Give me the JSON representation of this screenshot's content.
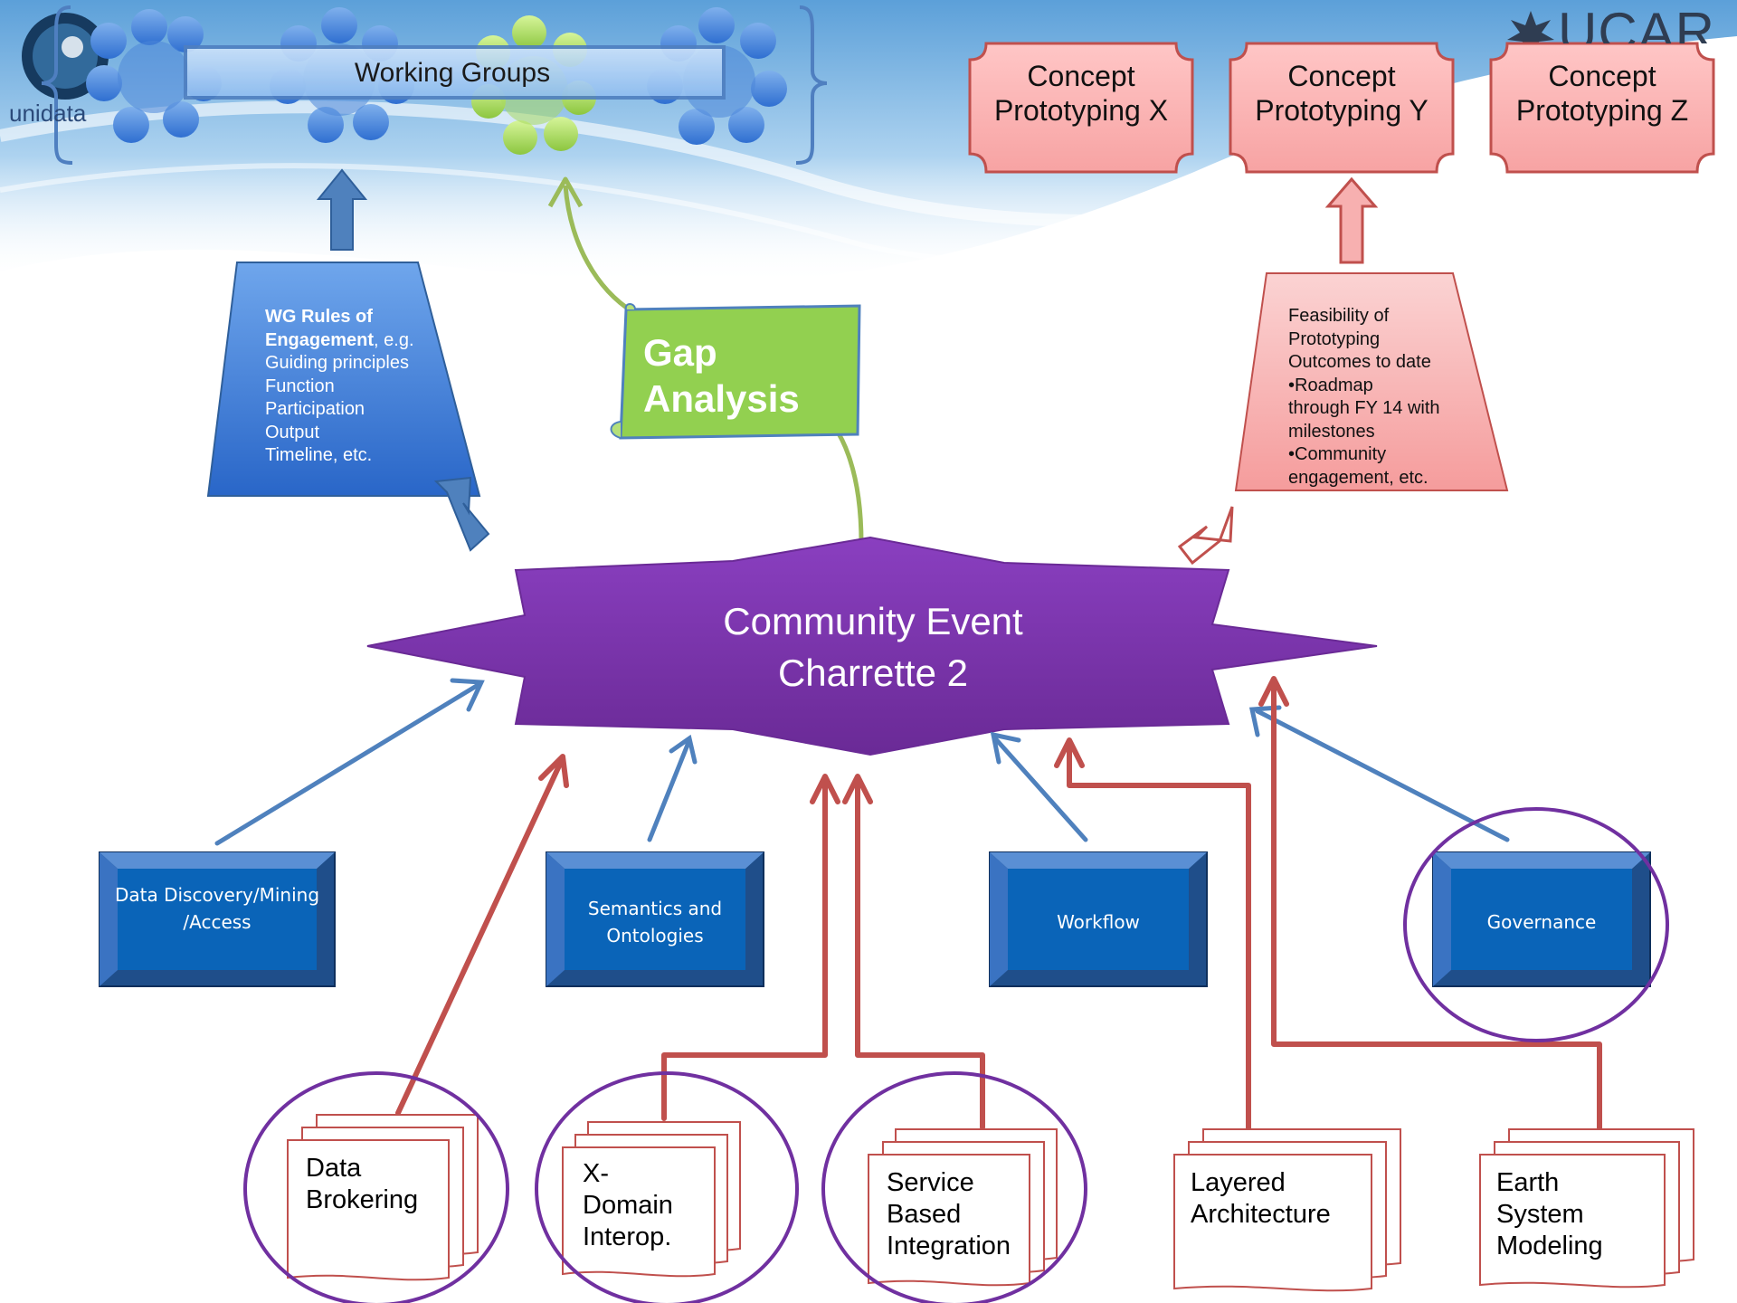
{
  "logos": {
    "left": "unidata",
    "right": "UCAR"
  },
  "working_groups": {
    "label": "Working Groups"
  },
  "concepts": [
    {
      "label": "Concept Prototyping X"
    },
    {
      "label": "Concept Prototyping Y"
    },
    {
      "label": "Concept Prototyping Z"
    }
  ],
  "wg_rules": {
    "title": "WG Rules of Engagement",
    "body": ", e.g.\nGuiding principles\n   Function\n   Participation\n   Output\n   Timeline, etc."
  },
  "gap_analysis": {
    "label": "Gap\nAnalysis"
  },
  "feasibility": {
    "body": "Feasibility of\nPrototyping\nOutcomes to date\n•Roadmap\nthrough FY 14 with\nmilestones\n•Community\nengagement, etc."
  },
  "center_event": {
    "label": "Community Event\nCharrette 2"
  },
  "categories": [
    {
      "label": "Data Discovery/Mining /Access"
    },
    {
      "label": "Semantics and Ontologies"
    },
    {
      "label": "Workflow"
    },
    {
      "label": "Governance"
    }
  ],
  "documents": [
    {
      "label": "Data\nBrokering"
    },
    {
      "label": "X-\nDomain\nInterop."
    },
    {
      "label": "Service\nBased\nIntegration"
    },
    {
      "label": "Layered\nArchitecture"
    },
    {
      "label": "Earth\nSystem\nModeling"
    }
  ],
  "colors": {
    "blue_box": "#0a64b8",
    "purple_event": "#7b35a8",
    "gap_green": "#92d050",
    "concept_pink": "#f9b8b8",
    "red_arrow": "#c0504d",
    "blue_arrow": "#4f81bd",
    "ellipse": "#7030a0"
  }
}
